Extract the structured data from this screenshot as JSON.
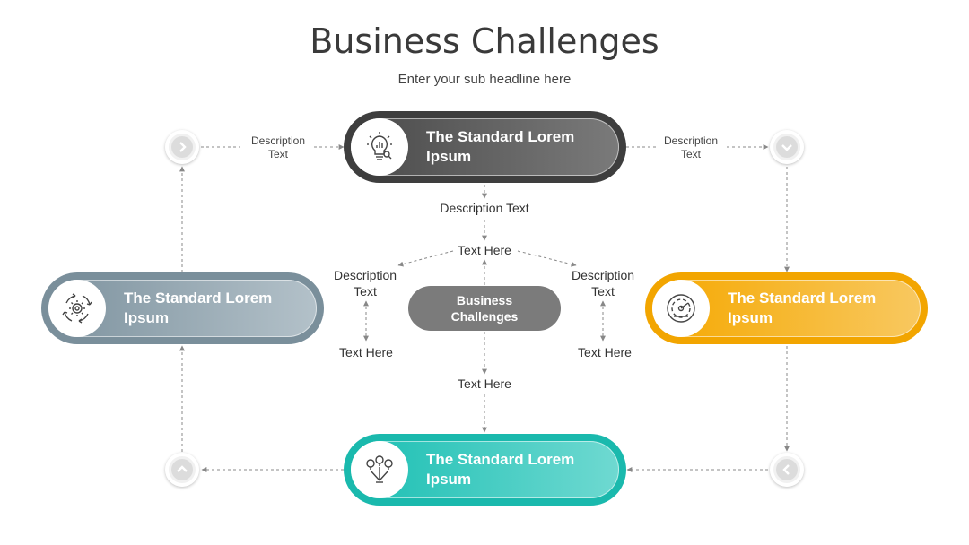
{
  "header": {
    "title": "Business Challenges",
    "subtitle": "Enter your sub headline here"
  },
  "nodes": {
    "top": {
      "label": "The Standard Lorem Ipsum",
      "color": "#4a4a4a",
      "icon": "lightbulb-chart-icon"
    },
    "left": {
      "label": "The Standard Lorem Ipsum",
      "color": "#7e939f",
      "icon": "gear-cycle-icon"
    },
    "right": {
      "label": "The Standard Lorem Ipsum",
      "color": "#f5a800",
      "icon": "gauge-icon"
    },
    "bottom": {
      "label": "The Standard Lorem Ipsum",
      "color": "#1bbfb3",
      "icon": "bulbs-network-icon"
    }
  },
  "center": {
    "label": "Business Challenges"
  },
  "texts": {
    "top_left_desc": "Description Text",
    "top_right_desc": "Description Text",
    "below_top_desc": "Description Text",
    "text_here_top": "Text Here",
    "left_desc": "Description Text",
    "right_desc": "Description Text",
    "left_text_here": "Text Here",
    "right_text_here": "Text Here",
    "text_here_bottom": "Text Here"
  },
  "colors": {
    "connector": "#888888",
    "knob": "#dcdcdc"
  }
}
